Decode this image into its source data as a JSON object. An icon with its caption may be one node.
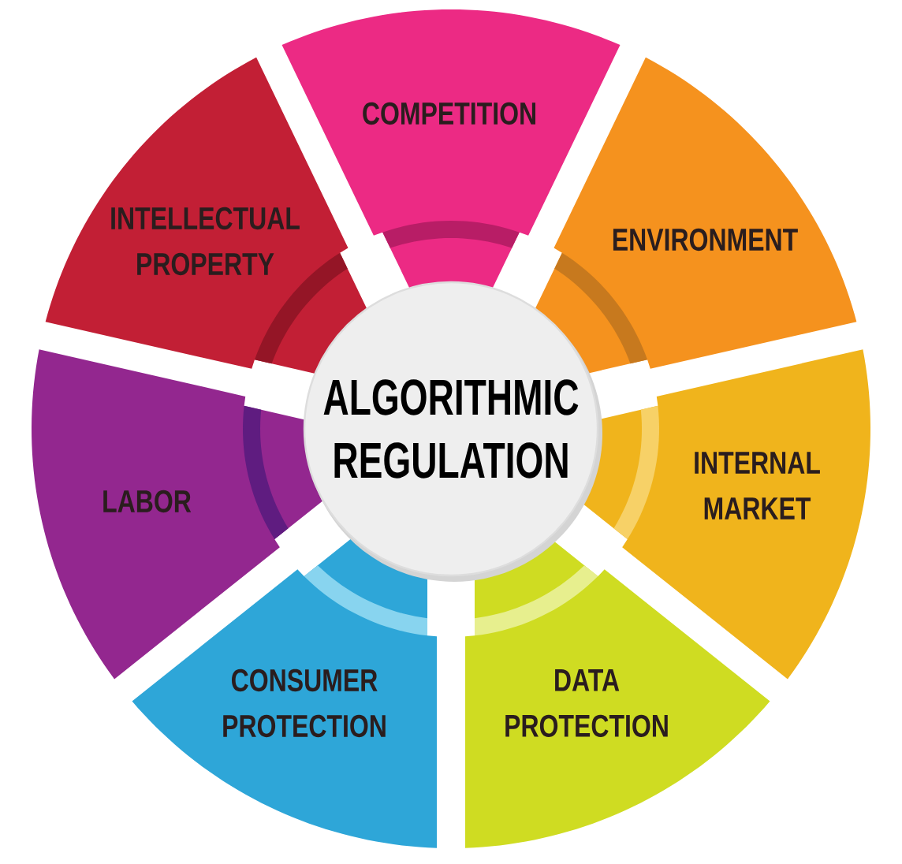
{
  "diagram": {
    "nodes": [
      {
        "text": [
          "ALGORITHMIC REGULATION"
        ]
      },
      {
        "text": [
          "COMPETITION"
        ]
      },
      {
        "text": [
          "ENVIRONMENT"
        ]
      },
      {
        "text": [
          "INTERNAL MARKET"
        ]
      },
      {
        "text": [
          "DATA PROTECTION"
        ]
      },
      {
        "text": [
          "CONSUMER PROTECTION"
        ]
      },
      {
        "text": [
          "LABOR"
        ]
      },
      {
        "text": [
          "INTELLECTUAL PROPERTY"
        ]
      }
    ]
  }
}
